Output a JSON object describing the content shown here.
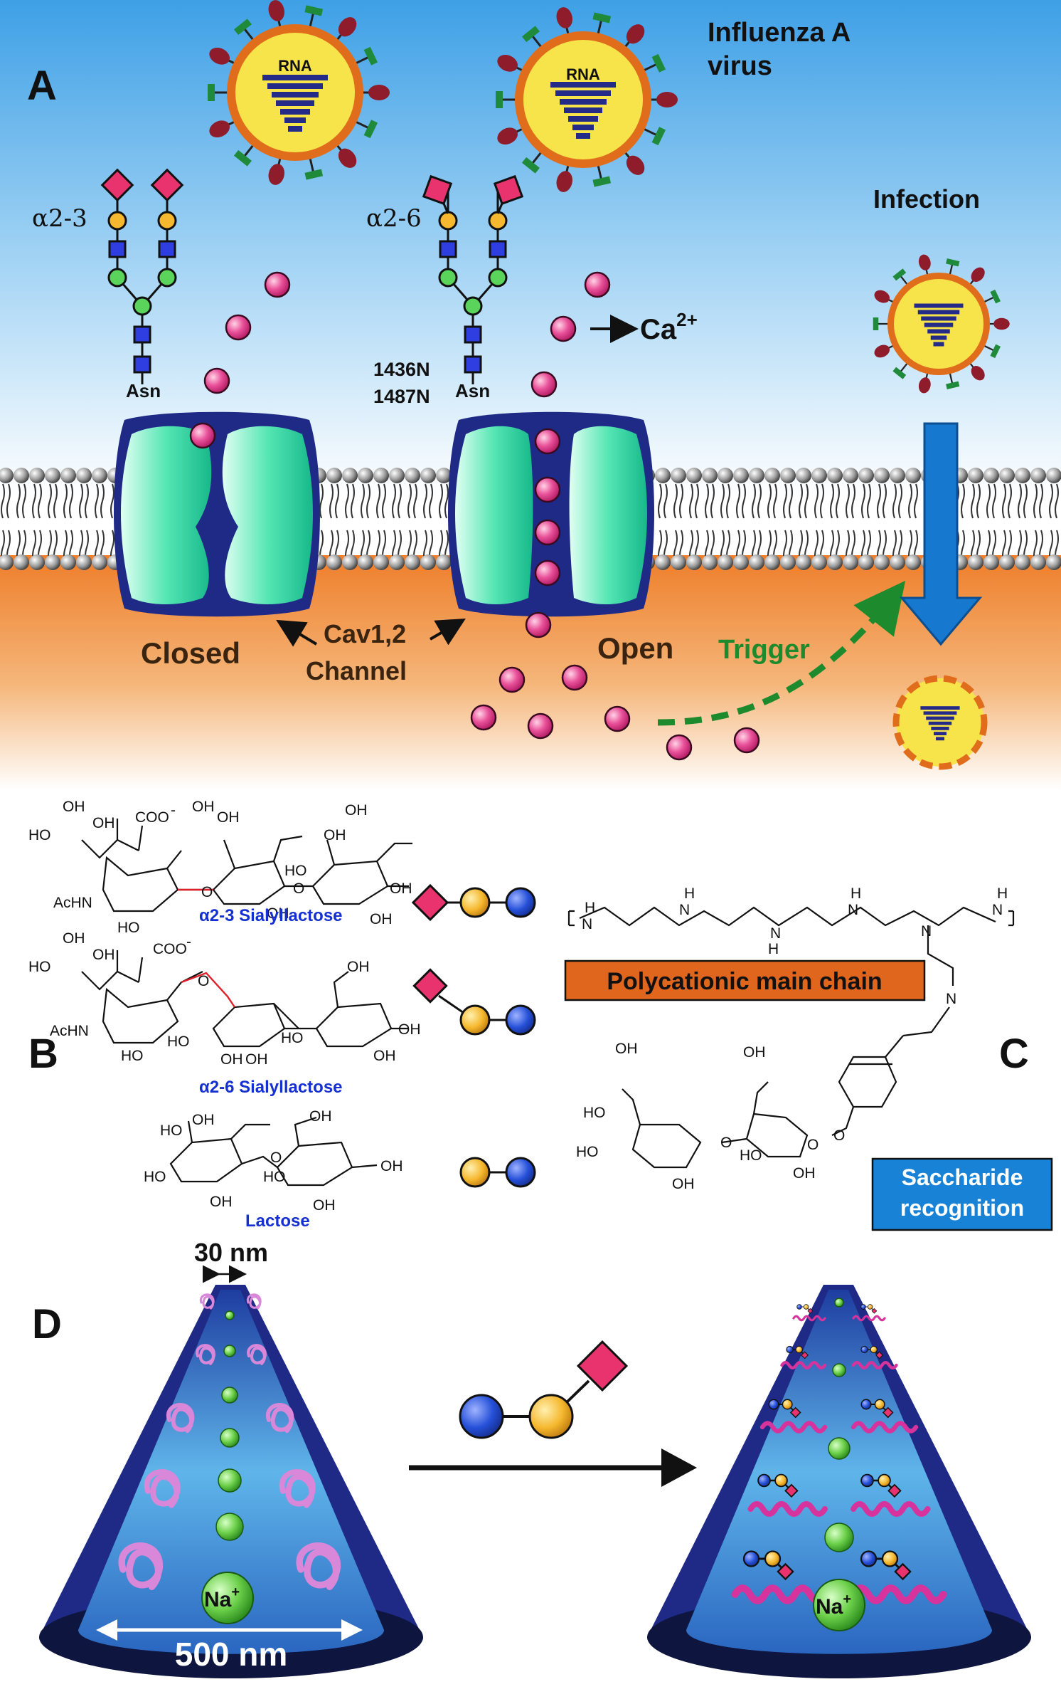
{
  "panel_a": {
    "letter": "A",
    "virus_label_line1": "Influenza A",
    "virus_label_line2": "virus",
    "rna_label": "RNA",
    "rna_label_2": "RNA",
    "alpha23": "α2-3",
    "alpha26": "α2-6",
    "asn_1": "Asn",
    "asn_2": "Asn",
    "site_1": "1436N",
    "site_2": "1487N",
    "ca_label": "Ca",
    "ca_charge": "2+",
    "infection": "Infection",
    "closed": "Closed",
    "open": "Open",
    "channel_line1": "Cav1,2",
    "channel_line2": "Channel",
    "trigger": "Trigger"
  },
  "panel_b": {
    "letter": "B",
    "name_23": "α2-3 Sialyllactose",
    "name_26": "α2-6 Sialyllactose",
    "name_lac": "Lactose",
    "chem_labels": {
      "oh": "OH",
      "ho": "HO",
      "coo": "COO",
      "coo_charge": "-",
      "achn": "AcHN",
      "o": "O"
    }
  },
  "panel_c": {
    "letter": "C",
    "main_chain": "Polycationic main chain",
    "saccharide_line1": "Saccharide",
    "saccharide_line2": "recognition",
    "chem_labels": {
      "h": "H",
      "n": "N",
      "nh": "NH",
      "oh": "OH",
      "ho": "HO",
      "o": "O"
    }
  },
  "panel_d": {
    "letter": "D",
    "tip_size": "30 nm",
    "base_size": "500 nm",
    "ion_label": "Na",
    "ion_charge": "+"
  },
  "colors": {
    "sky_top": "#3ea0e6",
    "cytoplasm": "#f08a33",
    "calcium": "#e0357a",
    "channel_green": "#33e0b0",
    "channel_navy": "#1e2a86",
    "trigger_green": "#1e8a2e",
    "arrow_blue": "#1778d0",
    "sialic_acid": "#e8336f",
    "galactose": "#f5b82e",
    "glucose": "#2550d8",
    "box_orange": "#e0661e",
    "box_blue": "#1782d6"
  },
  "icons": [
    "virus-icon",
    "channel-icon",
    "calcium-ion-icon",
    "sialic-acid-diamond-icon",
    "galactose-circle-icon",
    "glucose-circle-icon",
    "nanopore-cone-icon",
    "sodium-ion-icon"
  ]
}
